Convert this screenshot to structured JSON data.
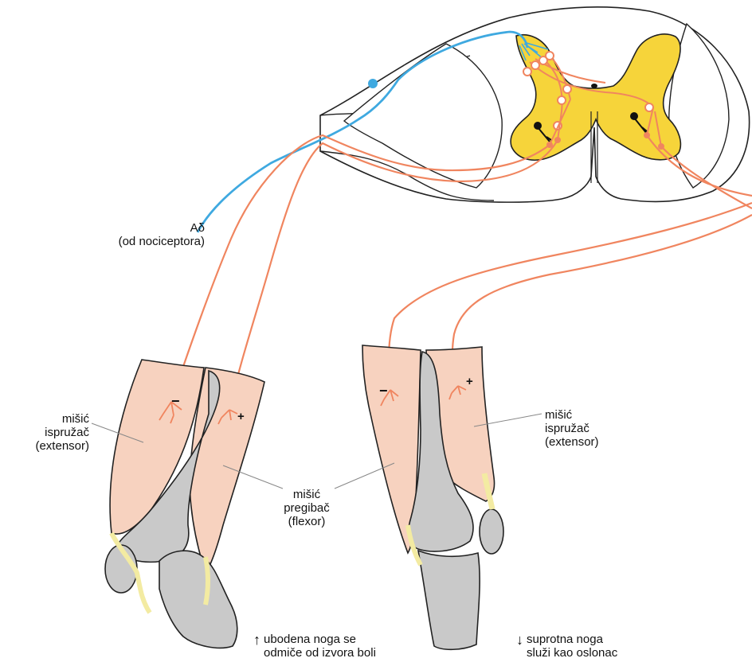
{
  "labels": {
    "fiber": {
      "name": "Aδ",
      "sub": "(od nociceptora)"
    },
    "extensor_left": {
      "line1": "mišić",
      "line2": "ispružač",
      "line3": "(extensor)"
    },
    "flexor": {
      "line1": "mišić",
      "line2": "pregibač",
      "line3": "(flexor)"
    },
    "extensor_right": {
      "line1": "mišić",
      "line2": "ispružač",
      "line3": "(extensor)"
    }
  },
  "captions": {
    "left": {
      "arrow": "↑",
      "line1": "ubodena noga se",
      "line2": "odmiče od izvora boli"
    },
    "right": {
      "arrow": "↓",
      "line1": "suprotna noga",
      "line2": "služi kao oslonac"
    }
  },
  "signs": {
    "minus": "−",
    "plus": "+"
  },
  "colors": {
    "sensory_fiber": "#3fa9e0",
    "motor_fiber": "#f0855f",
    "grey_matter": "#f6d43a",
    "muscle": "#f7d2bf",
    "bone": "#c9c9c9",
    "tendon": "#f3eba2",
    "outline": "#222222"
  }
}
